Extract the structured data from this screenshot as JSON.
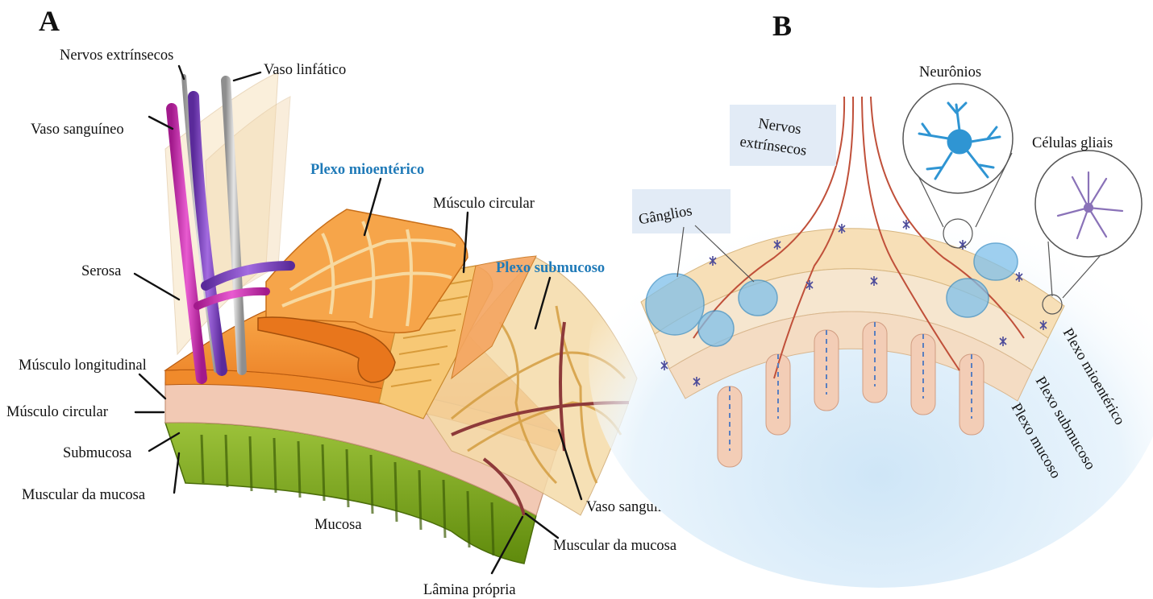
{
  "panel_a": {
    "letter": "A",
    "labels": {
      "nervos_extrinsecos": "Nervos extrínsecos",
      "vaso_linfatico": "Vaso linfático",
      "vaso_sanguineo_top": "Vaso sanguíneo",
      "plexo_mioenterico": "Plexo mioentérico",
      "musculo_circular_top": "Músculo circular",
      "serosa": "Serosa",
      "plexo_submucoso": "Plexo submucoso",
      "musculo_longitudinal": "Músculo longitudinal",
      "musculo_circular": "Músculo circular",
      "submucosa": "Submucosa",
      "muscular_da_mucosa_left": "Muscular da mucosa",
      "mucosa": "Mucosa",
      "vaso_sanguineo_bottom": "Vaso sanguíneo",
      "muscular_da_mucosa_right": "Muscular da mucosa",
      "lamina_propria": "Lâmina própria"
    }
  },
  "panel_b": {
    "letter": "B",
    "labels": {
      "neuronios": "Neurônios",
      "nervos_line1": "Nervos",
      "nervos_line2": "extrínsecos",
      "celulas_gliais": "Células gliais",
      "ganglios": "Gânglios",
      "plexo_mioenterico": "Plexo mioentérico",
      "plexo_submucoso": "Plexo submucoso",
      "plexo_mucoso": "Plexo mucoso"
    }
  },
  "colors": {
    "plexus_label": "#1f7ab8",
    "muscle_orange": "#f07d1e",
    "mucosa_green": "#7ea516",
    "nerve_red": "#c0503a",
    "neuron_blue": "#2f95d3",
    "glia_purple": "#8a72b8"
  }
}
